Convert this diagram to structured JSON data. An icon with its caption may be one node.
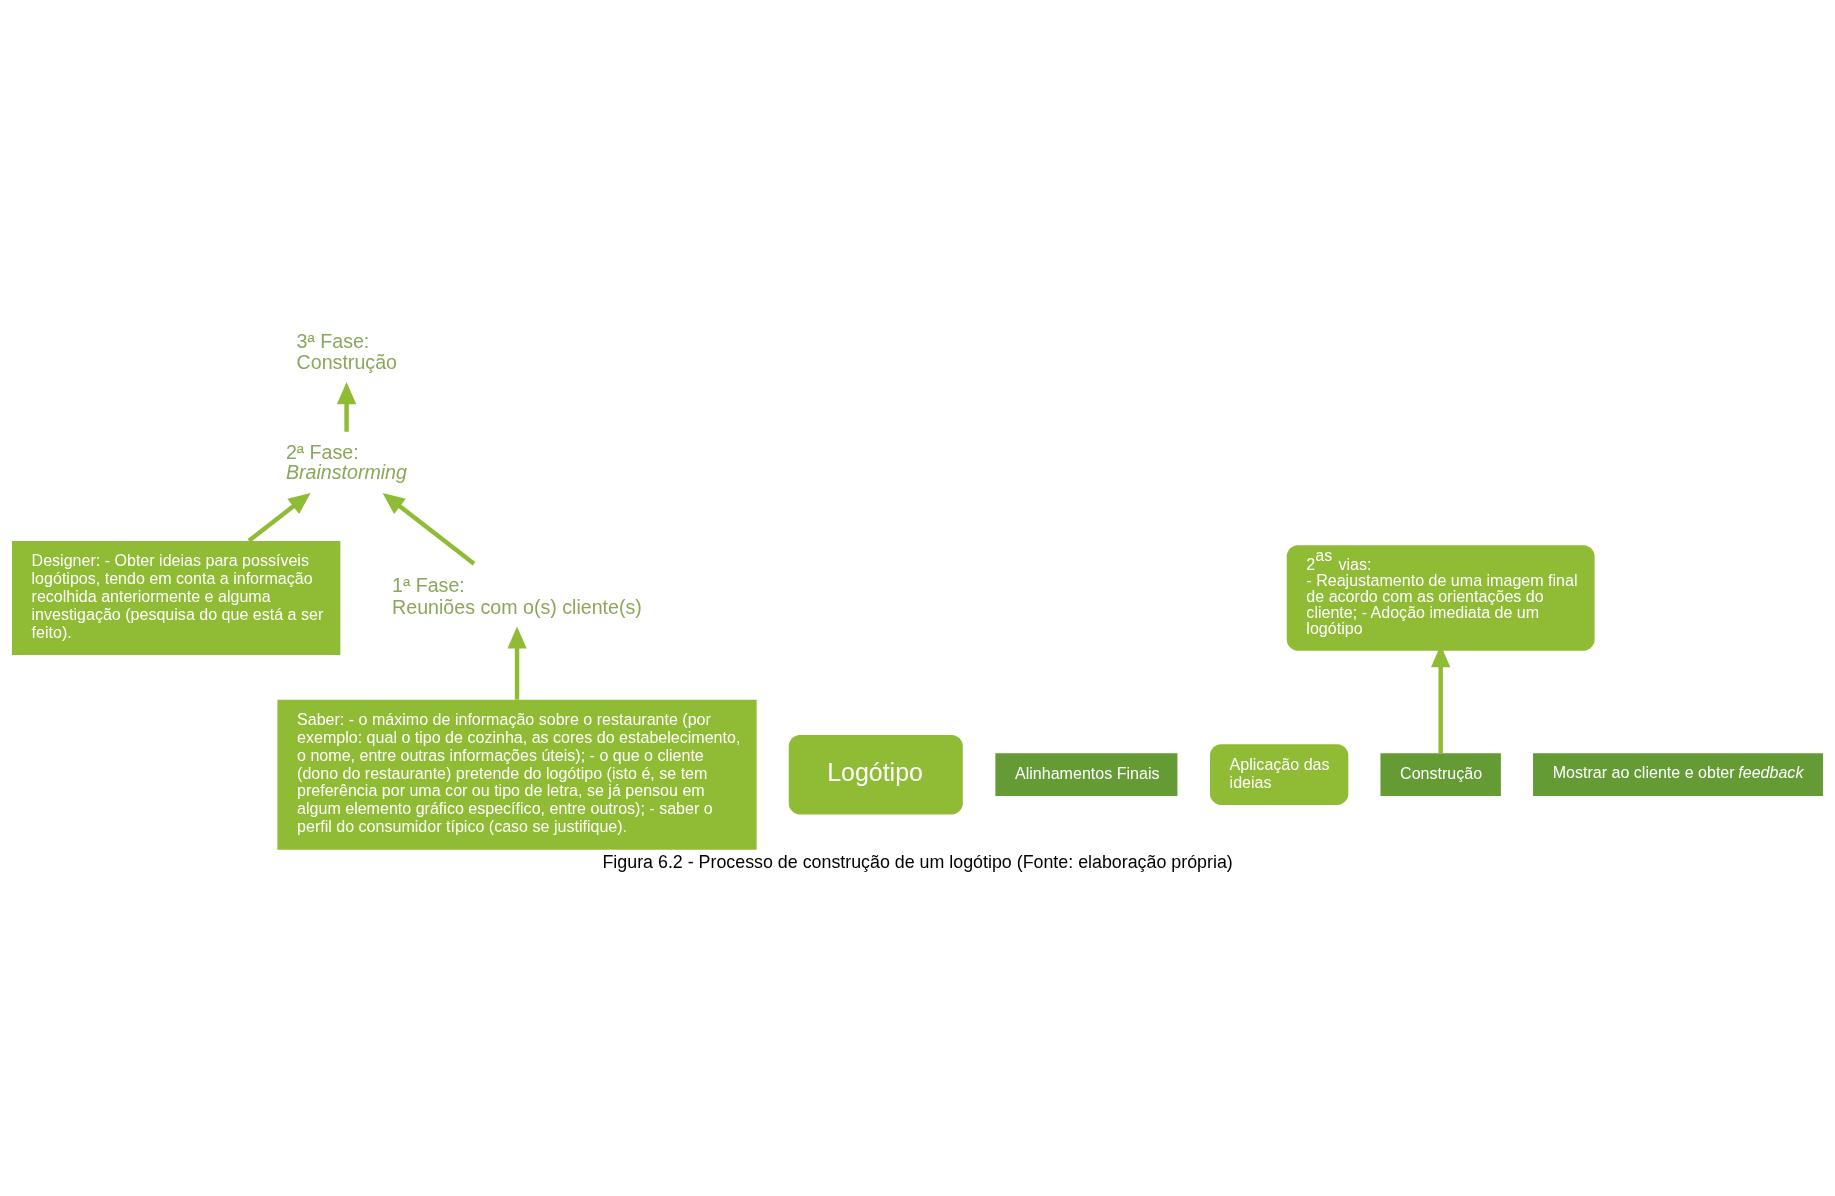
{
  "diagram": {
    "caption": "Figura 6.2 - Processo de construção de um logótipo (Fonte: elaboração própria)",
    "nodes": [
      {
        "text": [
          "1ª Fase:",
          "Reuniões com o(s) cliente(s)"
        ]
      },
      {
        "text": [
          "2ª Fase:",
          "Brainstorming"
        ]
      },
      {
        "text": [
          "3ª Fase:",
          "Construção"
        ]
      },
      {
        "text": [
          "Logótipo"
        ]
      },
      {
        "text": [
          "Alinhamentos Finais"
        ]
      },
      {
        "text": [
          "Aplicação das ideias"
        ]
      },
      {
        "text": [
          "2$^{as}$ vias:",
          "- Reajustamento de uma imagem final de acordo com as orientações do cliente; - Adoção imediata de um logótipo"
        ]
      },
      {
        "text": [
          "Designer: - Obter ideias para possíveis logótipos, tendo em conta a informação recolhida anteriormente e alguma investigação (pesquisa do que está a ser feito)."
        ]
      },
      {
        "text": [
          "Construção"
        ]
      },
      {
        "text": [
          "Mostrar ao cliente e obter *feedback*"
        ]
      },
      {
        "text": [
          "Saber: - o máximo de informação sobre o restaurante (por exemplo: qual o tipo de cozinha, as cores do estabelecimento, o nome, entre outras informações úteis); - o que o cliente (dono do restaurante) pretende do logótipo (isto é, se tem preferência por uma cor ou tipo de letra, se já pensou em algum elemento gráfico específico, entre outros); - saber o perfil do consumidor típico (caso se justifique)."
        ]
      }
    ],
    "edges": [
      {
        "from": 0,
        "to": 1,
        "arrow": "to"
      },
      {
        "from": 1,
        "to": 2,
        "arrow": "to"
      },
      {
        "from": 10,
        "to": 0,
        "arrow": "to"
      },
      {
        "from": 7,
        "to": 1,
        "arrow": "to"
      },
      {
        "from": 8,
        "to": 6,
        "arrow": "to"
      }
    ]
  }
}
